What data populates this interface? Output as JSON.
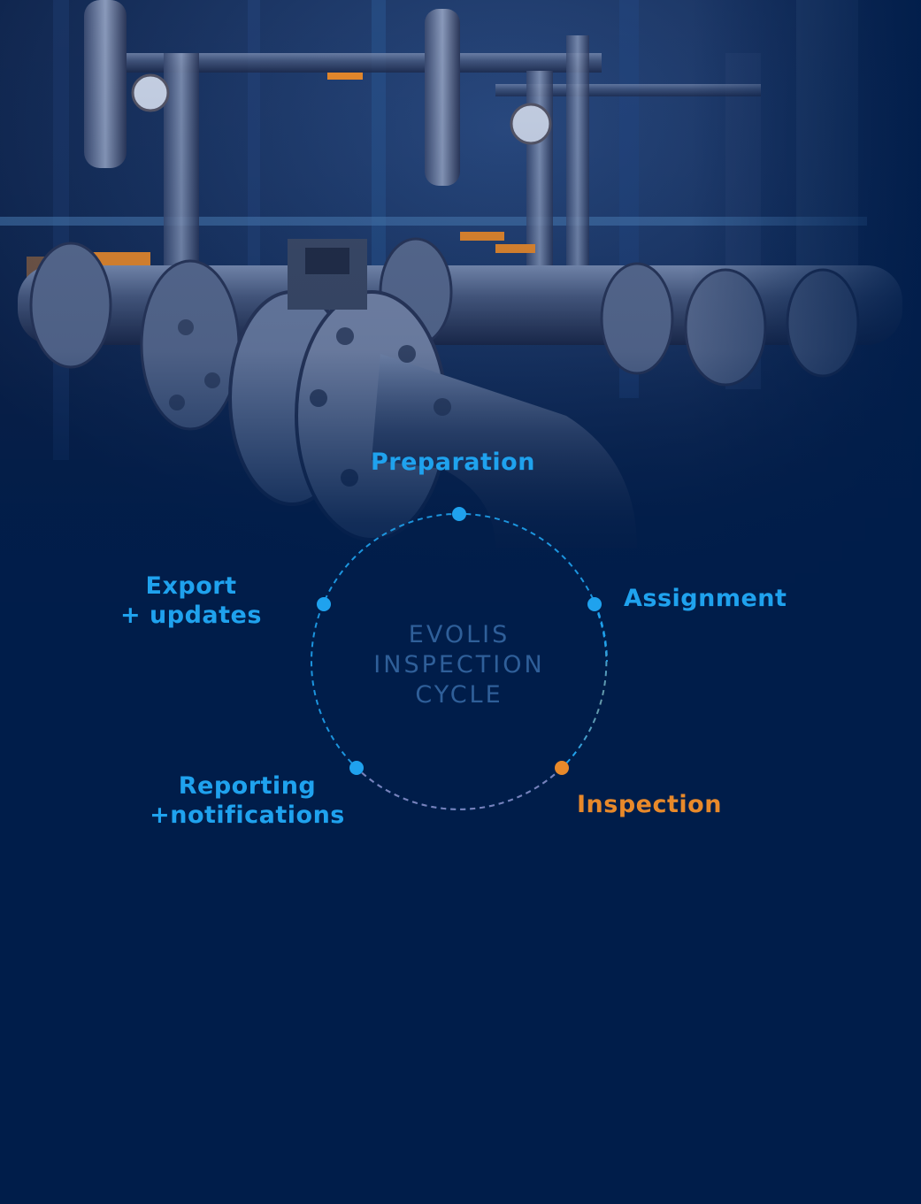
{
  "diagram": {
    "center_label": "EVOLIS\nINSPECTION\nCYCLE",
    "stages": [
      {
        "label": "Preparation",
        "color": "#1fa2ee"
      },
      {
        "label": "Assignment",
        "color": "#1fa2ee"
      },
      {
        "label": "Inspection",
        "color": "#e8892a"
      },
      {
        "label": "Reporting\n+notifications",
        "color": "#1fa2ee"
      },
      {
        "label": "Export\n+ updates",
        "color": "#1fa2ee"
      }
    ]
  },
  "colors": {
    "background": "#001d4a",
    "accent_blue": "#1fa2ee",
    "accent_orange": "#e8892a"
  }
}
